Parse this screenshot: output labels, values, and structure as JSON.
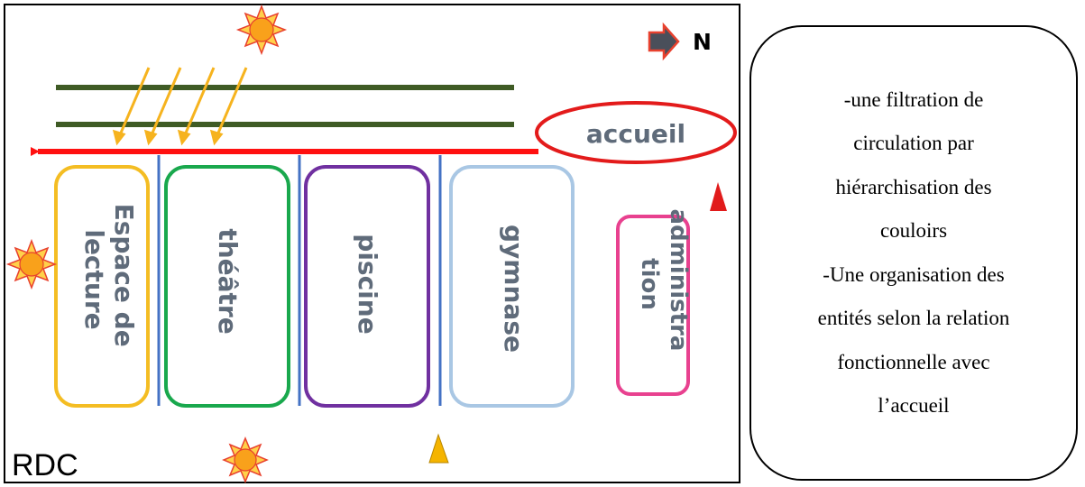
{
  "plan": {
    "north_label": "N",
    "floor_label": "RDC",
    "accueil_label": "accueil",
    "spaces": [
      {
        "key": "lecture",
        "lines": [
          "Espace de",
          "lecture"
        ],
        "color": "#f4bd23"
      },
      {
        "key": "theatre",
        "lines": [
          "théâtre"
        ],
        "color": "#19a84d"
      },
      {
        "key": "piscine",
        "lines": [
          "piscine"
        ],
        "color": "#7030a0"
      },
      {
        "key": "gymnase",
        "lines": [
          "gymnase"
        ],
        "color": "#a9c7e4"
      },
      {
        "key": "administration",
        "lines": [
          "administra",
          "tion"
        ],
        "color": "#e8418f"
      }
    ],
    "colors": {
      "circulation_arrow": "#ff1010",
      "accueil_ellipse": "#e31b1b",
      "corridor_lines": "#3f5b25",
      "sun_rays": "#f6b31e",
      "dividers": "#4472c4",
      "entrance_marker_red": "#e11b1b",
      "entrance_marker_yellow": "#f5b400",
      "north_arrow": "#e8412e"
    },
    "icons": [
      "sun-icon",
      "north-arrow-icon",
      "entrance-marker-icon"
    ]
  },
  "note": {
    "lines": [
      "-une filtration de",
      "circulation par",
      "hiérarchisation des",
      "couloirs",
      "-Une organisation des",
      "entités selon la relation",
      "fonctionnelle avec",
      "l’accueil"
    ]
  }
}
